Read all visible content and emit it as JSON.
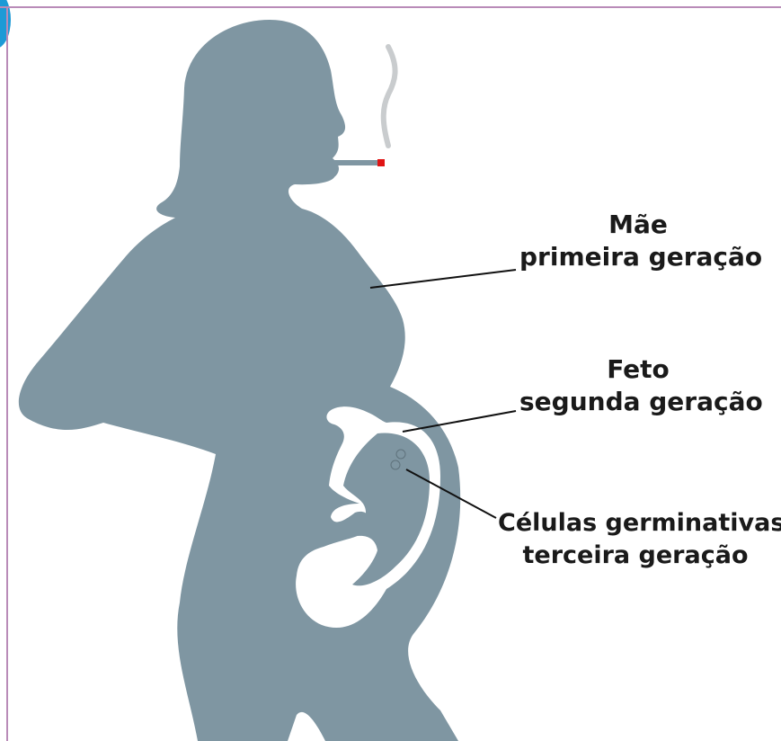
{
  "labels": {
    "mother": {
      "line1": "Mãe",
      "line2": "primeira geração"
    },
    "fetus": {
      "line1": "Feto",
      "line2": "segunda geração"
    },
    "germ_cells": {
      "line1": "Células germinativas",
      "line2": "terceira geração"
    }
  },
  "colors": {
    "silhouette": "#7f96a2",
    "leader_line": "#111111",
    "cigarette_tip": "#e01414",
    "smoke": "#c9ccce",
    "frame_border": "#b98bb8",
    "badge": "#1d9ad6"
  }
}
